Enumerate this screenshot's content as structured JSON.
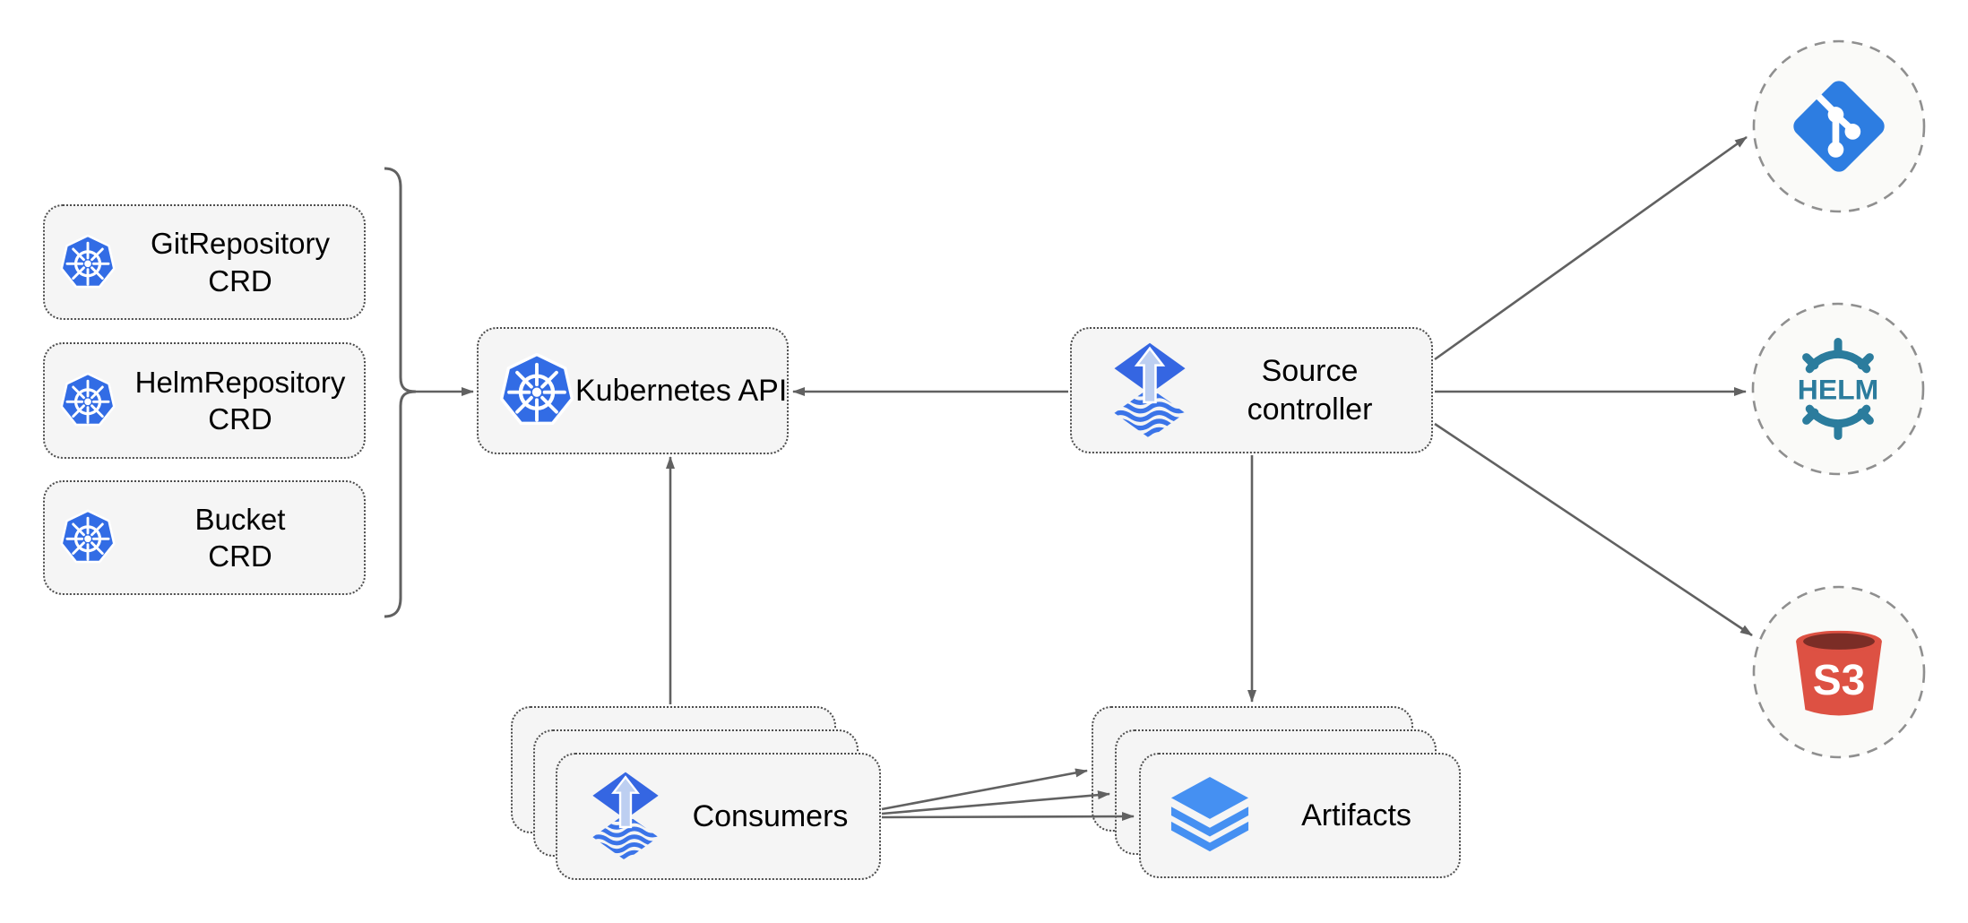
{
  "colors": {
    "k8s-blue": "#326CE5",
    "flux-blue": "#3566E2",
    "flux-arrow": "#BDCFF1",
    "flux-wave": "#3B74E8",
    "layers-blue": "#4590F2",
    "git-blue": "#2D7DE1",
    "helm-teal": "#2B7C9D",
    "s3-red": "#DD5143",
    "s3-dark": "#7B2D26",
    "arrow-gray": "#616161",
    "node-border": "#4D4D4D",
    "node-fill": "#F5F5F5",
    "circle-fill": "#FAFAF8",
    "circle-border": "#8F8F8F",
    "label-color": "#000000"
  },
  "nodes": {
    "git_repository_crd": {
      "line1": "GitRepository",
      "line2": "CRD"
    },
    "helm_repository_crd": {
      "line1": "HelmRepository",
      "line2": "CRD"
    },
    "bucket_crd": {
      "line1": "Bucket",
      "line2": "CRD"
    },
    "kubernetes_api": {
      "label": "Kubernetes API"
    },
    "source_controller": {
      "line1": "Source",
      "line2": "controller"
    },
    "consumers": {
      "label": "Consumers"
    },
    "artifacts": {
      "label": "Artifacts"
    }
  },
  "endpoints": {
    "git": {
      "icon": "git-icon"
    },
    "helm": {
      "icon": "helm-icon",
      "text": "HELM"
    },
    "s3": {
      "icon": "s3-bucket-icon",
      "text": "S3"
    }
  }
}
